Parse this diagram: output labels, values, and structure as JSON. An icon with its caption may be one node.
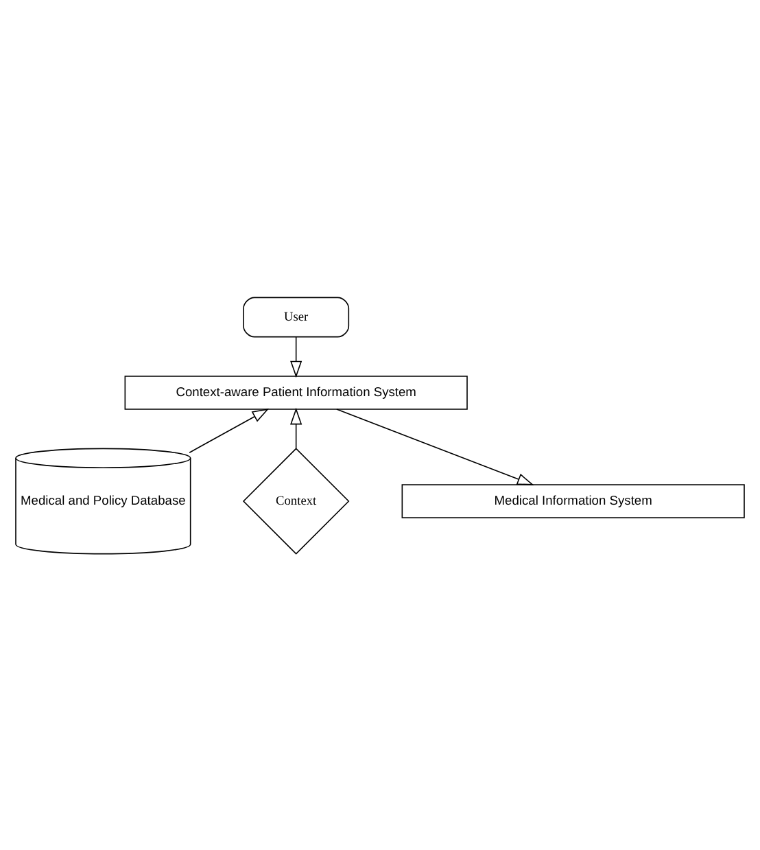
{
  "diagram": {
    "nodes": [
      {
        "text": [
          "User"
        ]
      },
      {
        "text": [
          "Context-aware Patient Information System"
        ]
      },
      {
        "text": [
          "Medical and Policy Database"
        ]
      },
      {
        "text": [
          "Context"
        ]
      },
      {
        "text": [
          "Medical Information System"
        ]
      }
    ],
    "edges": [
      {
        "from": 0,
        "to": 1,
        "arrow": "to"
      },
      {
        "from": 2,
        "to": 1,
        "arrow": "to"
      },
      {
        "from": 1,
        "to": 4,
        "arrow": "to"
      },
      {
        "from": 3,
        "to": 1,
        "arrow": "to"
      }
    ]
  }
}
